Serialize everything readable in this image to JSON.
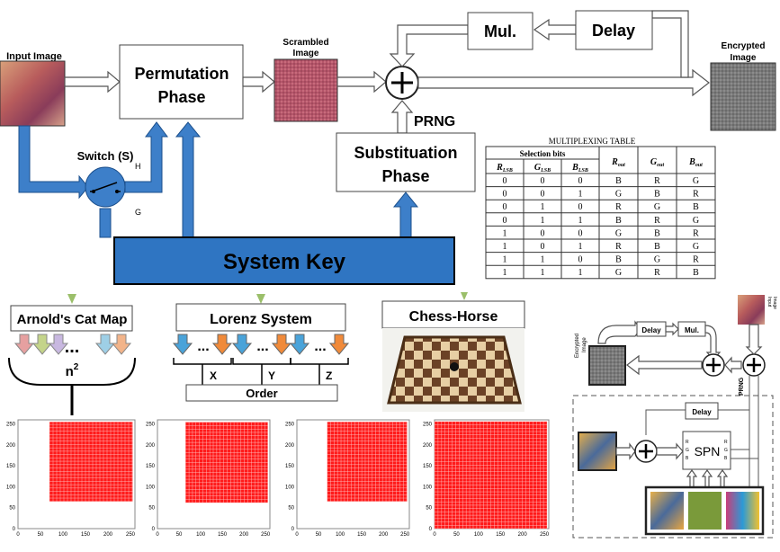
{
  "top": {
    "input_image_label": "Input Image",
    "permutation_label": [
      "Permutation",
      "Phase"
    ],
    "scrambled_label": [
      "Scrambled",
      "Image"
    ],
    "mul_label": "Mul.",
    "delay_label": "Delay",
    "encrypted_label": [
      "Encrypted",
      "Image"
    ],
    "prng_label": "PRNG",
    "substitution_label": [
      "Substituation",
      "Phase"
    ],
    "switch_label": "Switch (S)",
    "switch_h": "H",
    "switch_g": "G",
    "system_key_label": "System Key"
  },
  "table": {
    "title": "MULTIPLEXING TABLE",
    "group_header": "Selection bits",
    "headers": [
      "R",
      "G",
      "B",
      "R",
      "G",
      "B"
    ],
    "header_subs": [
      "LSB",
      "LSB",
      "LSB",
      "out",
      "out",
      "out"
    ],
    "rows": [
      [
        "0",
        "0",
        "0",
        "B",
        "R",
        "G"
      ],
      [
        "0",
        "0",
        "1",
        "G",
        "B",
        "R"
      ],
      [
        "0",
        "1",
        "0",
        "R",
        "G",
        "B"
      ],
      [
        "0",
        "1",
        "1",
        "B",
        "R",
        "G"
      ],
      [
        "1",
        "0",
        "0",
        "G",
        "B",
        "R"
      ],
      [
        "1",
        "0",
        "1",
        "R",
        "B",
        "G"
      ],
      [
        "1",
        "1",
        "0",
        "B",
        "G",
        "R"
      ],
      [
        "1",
        "1",
        "1",
        "G",
        "R",
        "B"
      ]
    ]
  },
  "maps": {
    "arnold_label": "Arnold's Cat Map",
    "arnold_dots": "...",
    "arnold_n2": "n",
    "arnold_sup": "2",
    "lorenz_label": "Lorenz System",
    "lorenz_x": "X",
    "lorenz_y": "Y",
    "lorenz_z": "Z",
    "order_label": "Order",
    "chess_label": "Chess-Horse"
  },
  "plots": {
    "tick_labels": [
      "0",
      "50",
      "100",
      "150",
      "200",
      "250"
    ],
    "axis_range": [
      0,
      260
    ],
    "fill_color": "#ff1a1a",
    "regions": [
      {
        "x": [
          70,
          255
        ],
        "y": [
          65,
          255
        ]
      },
      {
        "x": [
          65,
          255
        ],
        "y": [
          62,
          255
        ]
      },
      {
        "x": [
          70,
          255
        ],
        "y": [
          65,
          255
        ]
      },
      {
        "x": [
          0,
          256
        ],
        "y": [
          0,
          256
        ]
      }
    ]
  },
  "spn": {
    "delay1": "Delay",
    "mul": "Mul.",
    "encrypted_label": [
      "Encrypted",
      "Image"
    ],
    "input_label": [
      "Input",
      "Image"
    ],
    "prng": "PRNG",
    "delay2": "Delay",
    "spn_label": "SPN",
    "in_ports": [
      "R",
      "G",
      "B"
    ],
    "out_ports": [
      "R",
      "G",
      "B"
    ]
  },
  "colors": {
    "arrow_blue": "#3d7fc9",
    "key_blue": "#2f75c2",
    "plot_red": "#ff1a1a"
  }
}
